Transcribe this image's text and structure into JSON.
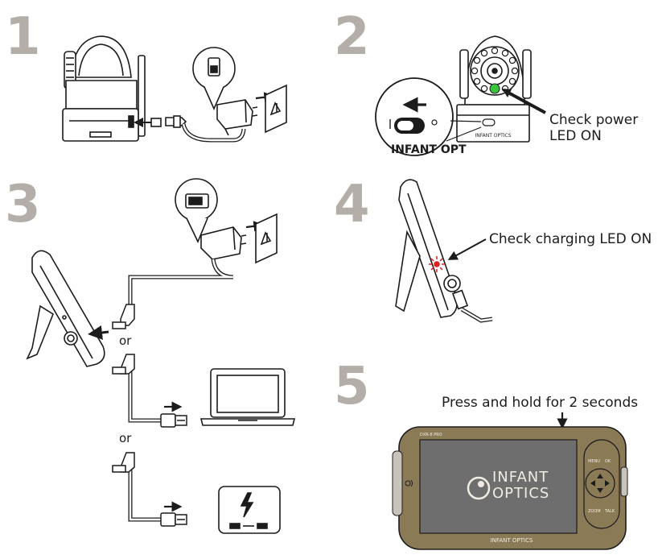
{
  "steps": [
    {
      "number": "1"
    },
    {
      "number": "2"
    },
    {
      "number": "3"
    },
    {
      "number": "4"
    },
    {
      "number": "5"
    }
  ],
  "labels": {
    "check_power_line1": "Check power",
    "check_power_line2": "LED ON",
    "check_charging": "Check charging LED ON",
    "press_hold": "Press and hold for 2 seconds",
    "or_1": "or",
    "or_2": "or"
  },
  "device": {
    "model": "DXR-8 PRO",
    "brand_top": "INFANT",
    "brand_bottom": "OPTICS",
    "footer_brand": "INFANT OPTICS",
    "camera_brand": "INFANT OPTICS",
    "buttons": {
      "menu": "MENU",
      "ok": "OK",
      "zoom": "ZOOM",
      "talk": "TALK"
    }
  },
  "colors": {
    "step_number": "#b3aea8",
    "outline": "#1c1c1c",
    "device_body": "#8b7a56",
    "screen": "#6e6e6e",
    "power_led": "#3cc33c",
    "charging_led": "#e02020",
    "cable": "#ffffff"
  },
  "icons": [
    "camera-icon",
    "power-adapter-icon",
    "wall-outlet-icon",
    "monitor-icon",
    "laptop-icon",
    "power-bank-icon",
    "lightning-icon",
    "usb-plug-icon"
  ]
}
